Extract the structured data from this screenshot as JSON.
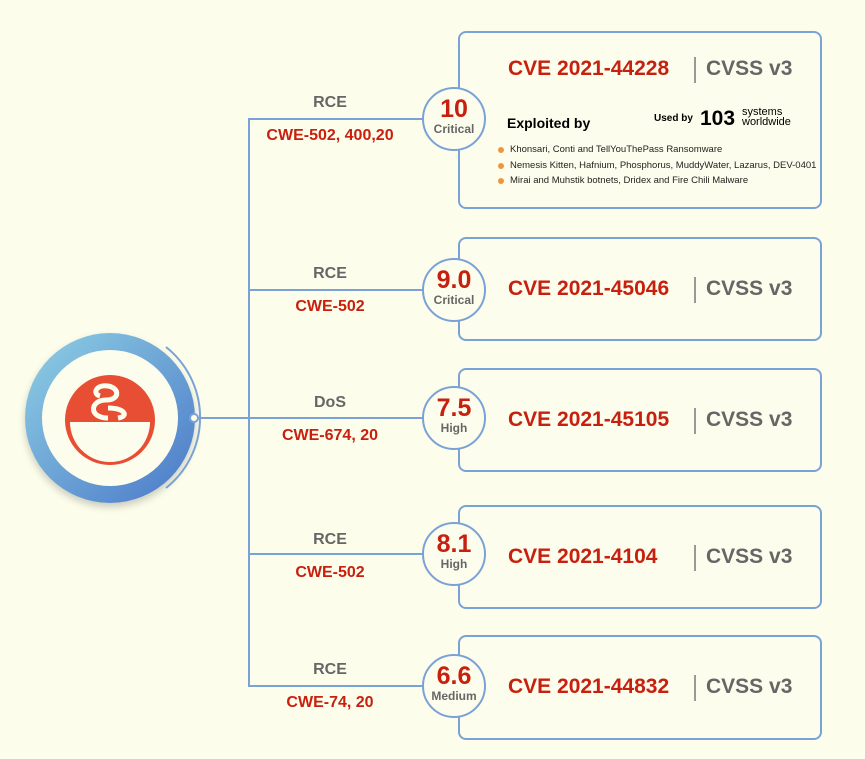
{
  "items": [
    {
      "type": "RCE",
      "cwe": "CWE-502, 400,20",
      "score": "10",
      "severity": "Critical",
      "cve": "CVE 2021-44228",
      "cvss": "CVSS v3"
    },
    {
      "type": "RCE",
      "cwe": "CWE-502",
      "score": "9.0",
      "severity": "Critical",
      "cve": "CVE 2021-45046",
      "cvss": "CVSS v3"
    },
    {
      "type": "DoS",
      "cwe": "CWE-674, 20",
      "score": "7.5",
      "severity": "High",
      "cve": "CVE 2021-45105",
      "cvss": "CVSS v3"
    },
    {
      "type": "RCE",
      "cwe": "CWE-502",
      "score": "8.1",
      "severity": "High",
      "cve": "CVE 2021-4104",
      "cvss": "CVSS v3"
    },
    {
      "type": "RCE",
      "cwe": "CWE-74, 20",
      "score": "6.6",
      "severity": "Medium",
      "cve": "CVE 2021-44832",
      "cvss": "CVSS v3"
    }
  ],
  "exploit": {
    "title": "Exploited by",
    "used_by": "Used by",
    "count": "103",
    "systems": "systems",
    "worldwide": "worldwide",
    "list": [
      "Khonsari, Conti and TellYouThePass Ransomware",
      "Nemesis Kitten, Hafnium, Phosphorus, MuddyWater, Lazarus, DEV-0401",
      "Mirai and Muhstik botnets, Dridex and Fire Chili Malware"
    ]
  }
}
